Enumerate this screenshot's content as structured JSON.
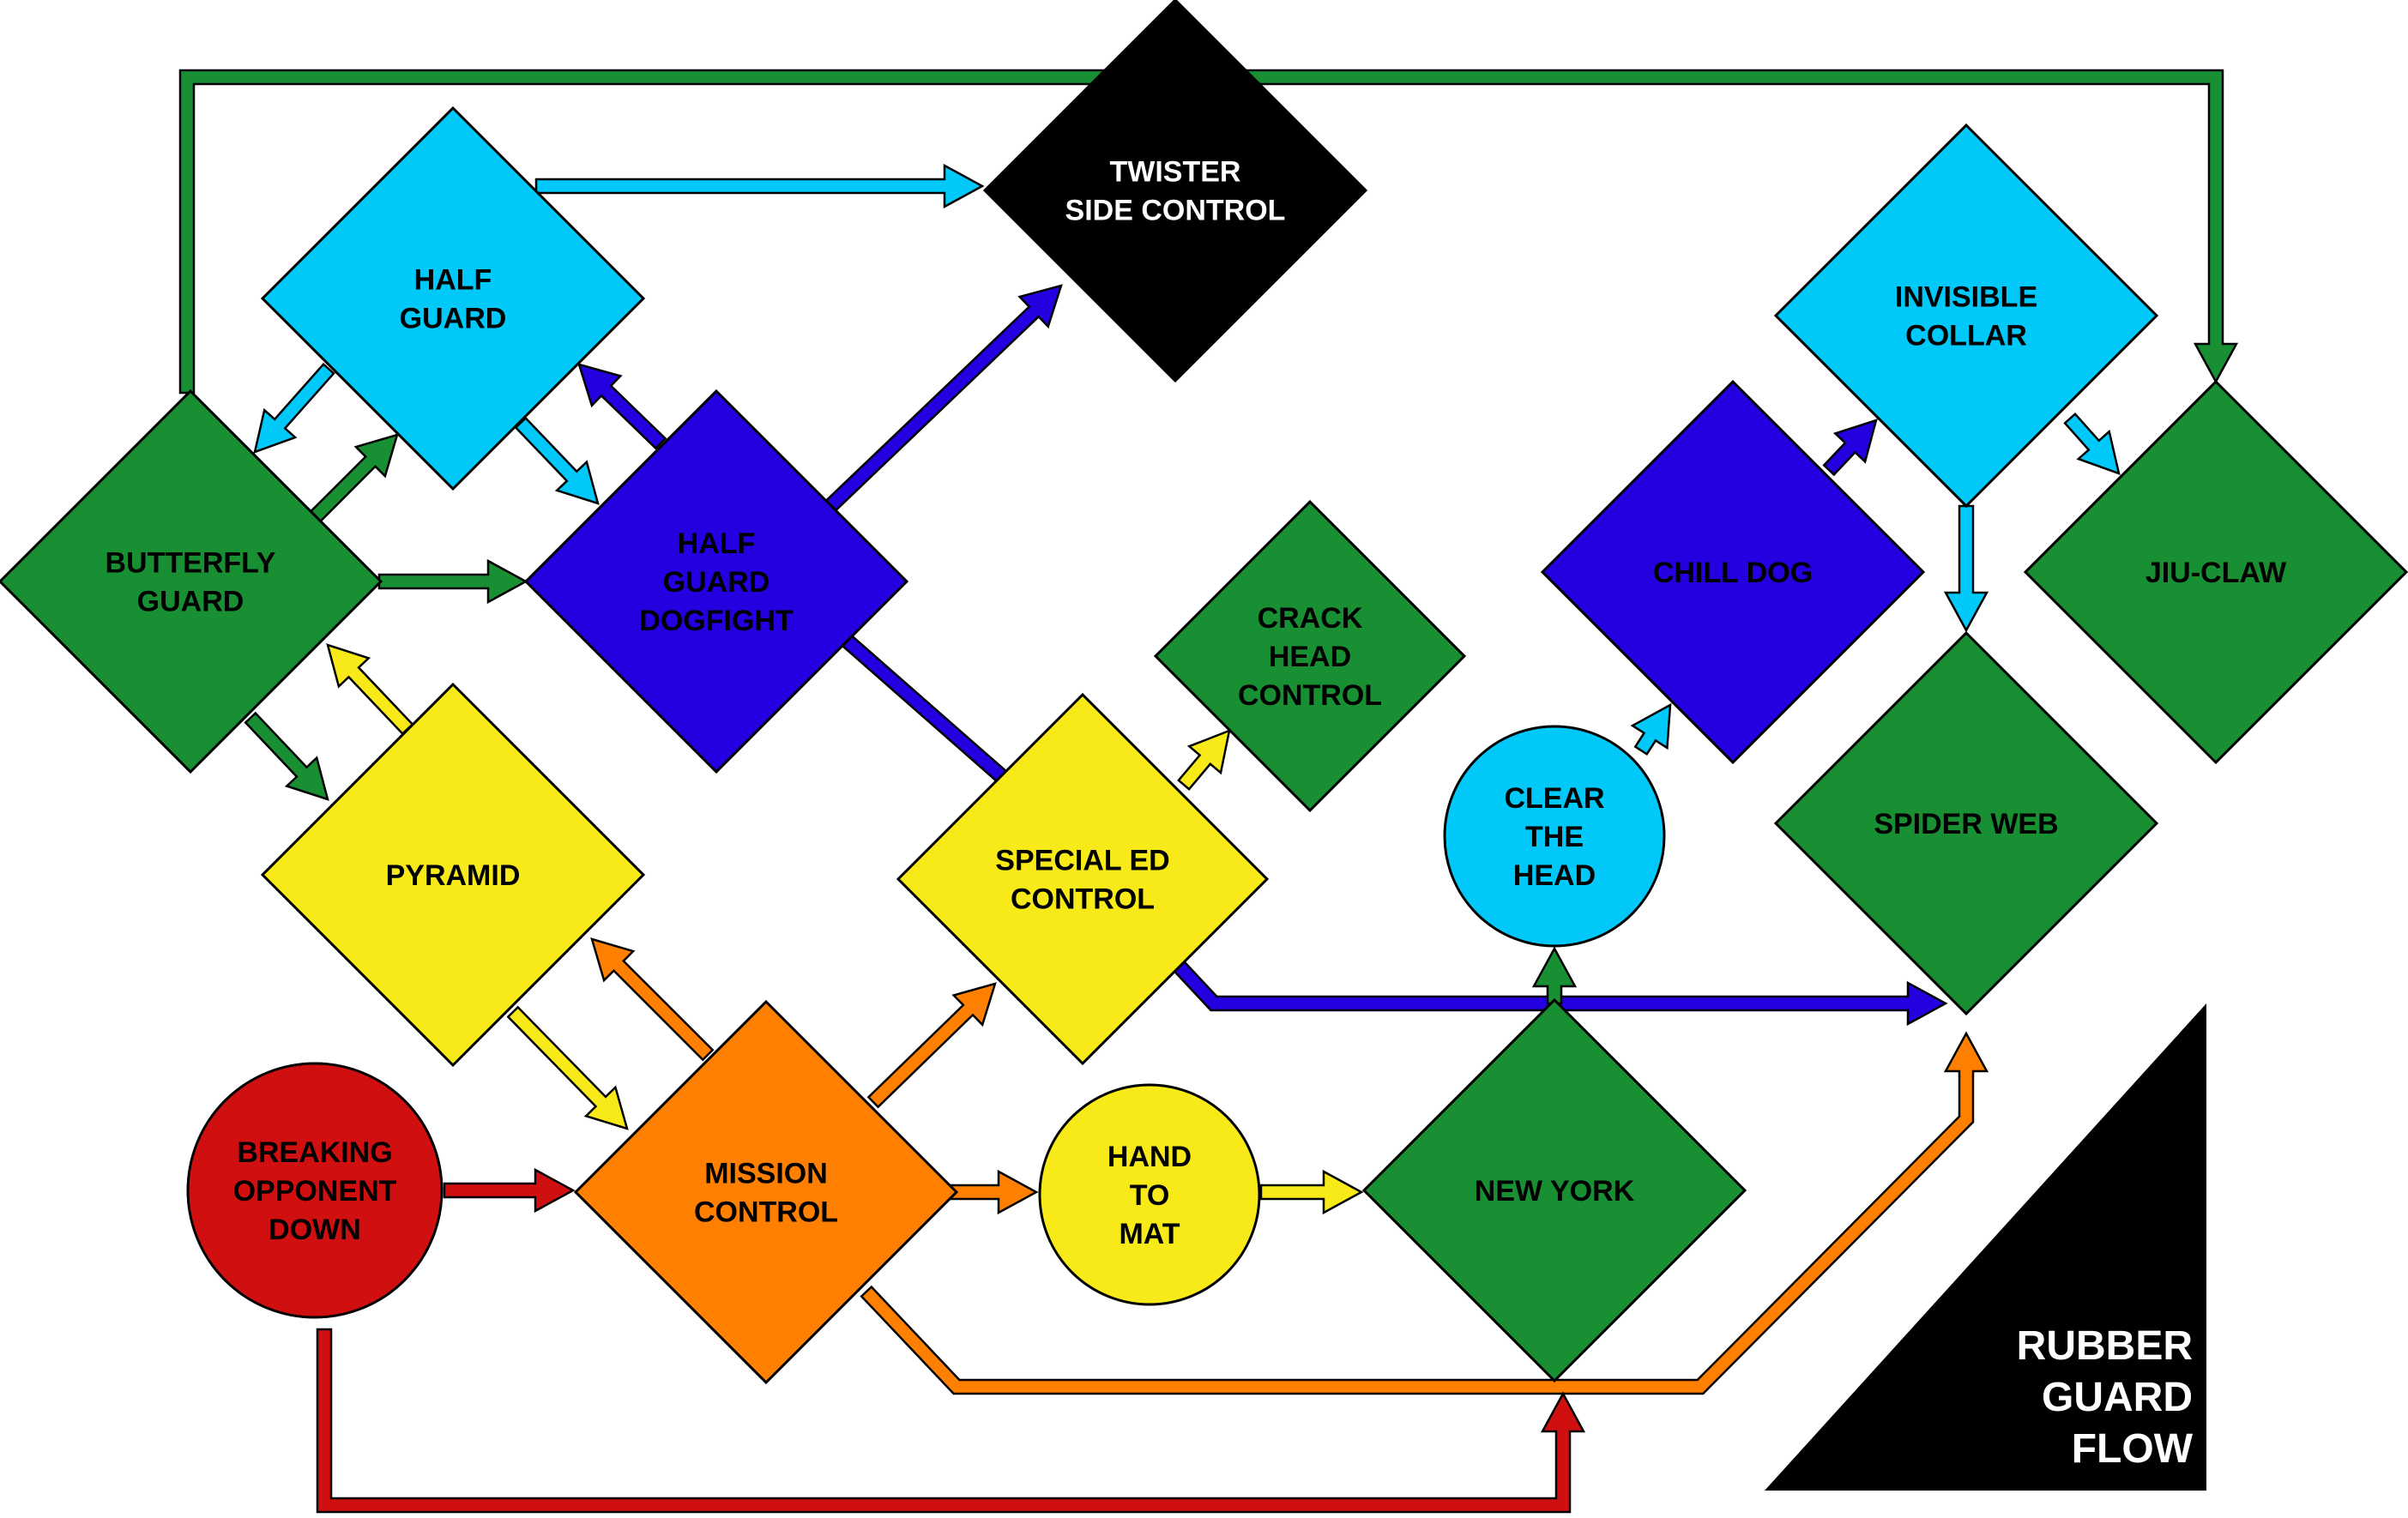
{
  "title": {
    "lines": [
      "RUBBER",
      "GUARD",
      "FLOW"
    ],
    "text_color": "#ffffff",
    "fill": "#000000"
  },
  "colors": {
    "green": "#178f32",
    "light_blue": "#00c8f8",
    "blue": "#2200e0",
    "black": "#000000",
    "yellow": "#f8ea18",
    "orange": "#ff8000",
    "red": "#d01010"
  },
  "nodes": [
    {
      "id": "twister-side-control",
      "lines": [
        "TWISTER",
        "SIDE CONTROL"
      ],
      "shape": "diamond",
      "color": "black",
      "text": "#ffffff"
    },
    {
      "id": "half-guard",
      "lines": [
        "HALF",
        "GUARD"
      ],
      "shape": "diamond",
      "color": "light_blue",
      "text": "#000000"
    },
    {
      "id": "butterfly-guard",
      "lines": [
        "BUTTERFLY",
        "GUARD"
      ],
      "shape": "diamond",
      "color": "green",
      "text": "#000000"
    },
    {
      "id": "half-guard-dogfight",
      "lines": [
        "HALF",
        "GUARD",
        "DOGFIGHT"
      ],
      "shape": "diamond",
      "color": "blue",
      "text": "#000000"
    },
    {
      "id": "pyramid",
      "lines": [
        "PYRAMID"
      ],
      "shape": "diamond",
      "color": "yellow",
      "text": "#000000"
    },
    {
      "id": "special-ed-control",
      "lines": [
        "SPECIAL ED",
        "CONTROL"
      ],
      "shape": "diamond",
      "color": "yellow",
      "text": "#000000"
    },
    {
      "id": "crack-head-control",
      "lines": [
        "CRACK",
        "HEAD",
        "CONTROL"
      ],
      "shape": "diamond",
      "color": "green",
      "text": "#000000"
    },
    {
      "id": "mission-control",
      "lines": [
        "MISSION",
        "CONTROL"
      ],
      "shape": "diamond",
      "color": "orange",
      "text": "#000000"
    },
    {
      "id": "breaking-opponent-down",
      "lines": [
        "BREAKING",
        "OPPONENT",
        "DOWN"
      ],
      "shape": "circle",
      "color": "red",
      "text": "#000000"
    },
    {
      "id": "hand-to-mat",
      "lines": [
        "HAND",
        "TO",
        "MAT"
      ],
      "shape": "circle",
      "color": "yellow",
      "text": "#000000"
    },
    {
      "id": "new-york",
      "lines": [
        "NEW YORK"
      ],
      "shape": "diamond",
      "color": "green",
      "text": "#000000"
    },
    {
      "id": "clear-the-head",
      "lines": [
        "CLEAR",
        "THE",
        "HEAD"
      ],
      "shape": "circle",
      "color": "light_blue",
      "text": "#000000"
    },
    {
      "id": "chill-dog",
      "lines": [
        "CHILL DOG"
      ],
      "shape": "diamond",
      "color": "blue",
      "text": "#000000"
    },
    {
      "id": "invisible-collar",
      "lines": [
        "INVISIBLE",
        "COLLAR"
      ],
      "shape": "diamond",
      "color": "light_blue",
      "text": "#000000"
    },
    {
      "id": "jiu-claw",
      "lines": [
        "JIU-CLAW"
      ],
      "shape": "diamond",
      "color": "green",
      "text": "#000000"
    },
    {
      "id": "spider-web",
      "lines": [
        "SPIDER WEB"
      ],
      "shape": "diamond",
      "color": "green",
      "text": "#000000"
    }
  ],
  "edges": [
    {
      "from": "butterfly-guard",
      "to": "jiu-claw",
      "color": "green"
    },
    {
      "from": "half-guard",
      "to": "twister-side-control",
      "color": "light_blue"
    },
    {
      "from": "half-guard",
      "to": "butterfly-guard",
      "color": "light_blue"
    },
    {
      "from": "half-guard",
      "to": "half-guard-dogfight",
      "color": "light_blue"
    },
    {
      "from": "butterfly-guard",
      "to": "half-guard",
      "color": "green"
    },
    {
      "from": "butterfly-guard",
      "to": "half-guard-dogfight",
      "color": "green"
    },
    {
      "from": "butterfly-guard",
      "to": "pyramid",
      "color": "green"
    },
    {
      "from": "half-guard-dogfight",
      "to": "half-guard",
      "color": "blue"
    },
    {
      "from": "half-guard-dogfight",
      "to": "twister-side-control",
      "color": "blue"
    },
    {
      "from": "half-guard-dogfight",
      "to": "spider-web",
      "color": "blue"
    },
    {
      "from": "pyramid",
      "to": "butterfly-guard",
      "color": "yellow"
    },
    {
      "from": "pyramid",
      "to": "mission-control",
      "color": "yellow"
    },
    {
      "from": "special-ed-control",
      "to": "crack-head-control",
      "color": "yellow"
    },
    {
      "from": "mission-control",
      "to": "pyramid",
      "color": "orange"
    },
    {
      "from": "mission-control",
      "to": "special-ed-control",
      "color": "orange"
    },
    {
      "from": "mission-control",
      "to": "hand-to-mat",
      "color": "orange"
    },
    {
      "from": "mission-control",
      "to": "spider-web",
      "color": "orange"
    },
    {
      "from": "breaking-opponent-down",
      "to": "mission-control",
      "color": "red"
    },
    {
      "from": "breaking-opponent-down",
      "to": "new-york",
      "color": "red"
    },
    {
      "from": "hand-to-mat",
      "to": "new-york",
      "color": "yellow"
    },
    {
      "from": "new-york",
      "to": "clear-the-head",
      "color": "green"
    },
    {
      "from": "clear-the-head",
      "to": "chill-dog",
      "color": "light_blue"
    },
    {
      "from": "chill-dog",
      "to": "invisible-collar",
      "color": "blue"
    },
    {
      "from": "invisible-collar",
      "to": "jiu-claw",
      "color": "light_blue"
    },
    {
      "from": "invisible-collar",
      "to": "spider-web",
      "color": "light_blue"
    }
  ]
}
